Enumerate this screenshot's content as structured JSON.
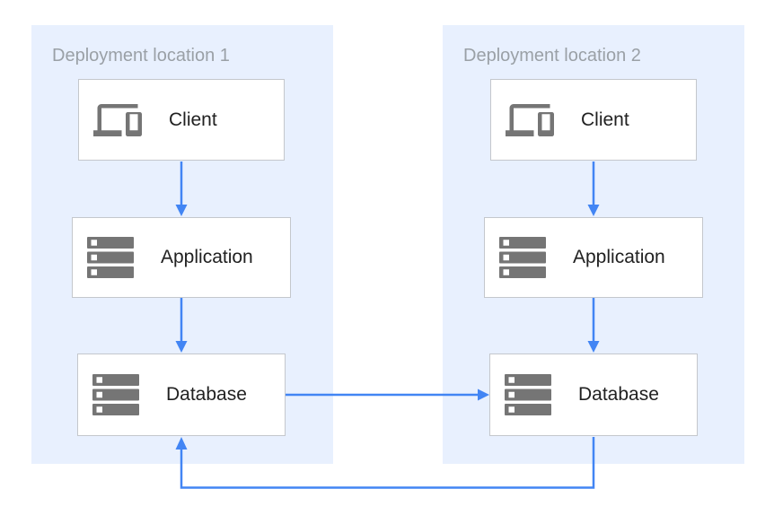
{
  "diagram": {
    "kind": "architecture-diagram",
    "panels": [
      {
        "title": "Deployment location 1",
        "nodes": [
          {
            "label": "Client",
            "icon": "devices-icon"
          },
          {
            "label": "Application",
            "icon": "server-stack-icon"
          },
          {
            "label": "Database",
            "icon": "server-stack-icon"
          }
        ]
      },
      {
        "title": "Deployment location 2",
        "nodes": [
          {
            "label": "Client",
            "icon": "devices-icon"
          },
          {
            "label": "Application",
            "icon": "server-stack-icon"
          },
          {
            "label": "Database",
            "icon": "server-stack-icon"
          }
        ]
      }
    ],
    "edges": [
      {
        "from": "client-1",
        "to": "application-1",
        "route": "straight-down"
      },
      {
        "from": "application-1",
        "to": "database-1",
        "route": "straight-down"
      },
      {
        "from": "client-2",
        "to": "application-2",
        "route": "straight-down"
      },
      {
        "from": "application-2",
        "to": "database-2",
        "route": "straight-down"
      },
      {
        "from": "database-1",
        "to": "database-2",
        "route": "straight-right"
      },
      {
        "from": "database-2",
        "to": "database-1",
        "route": "bottom-loop"
      }
    ]
  },
  "colors": {
    "canvas_bg": "#FFFFFF",
    "panel_bg": "#E8F0FE",
    "node_bg": "#FFFFFF",
    "node_border": "#C4C7CC",
    "arrow": "#4285F4",
    "icon_gray": "#757575",
    "title_text": "#9AA0A6",
    "label_text": "#212121"
  }
}
